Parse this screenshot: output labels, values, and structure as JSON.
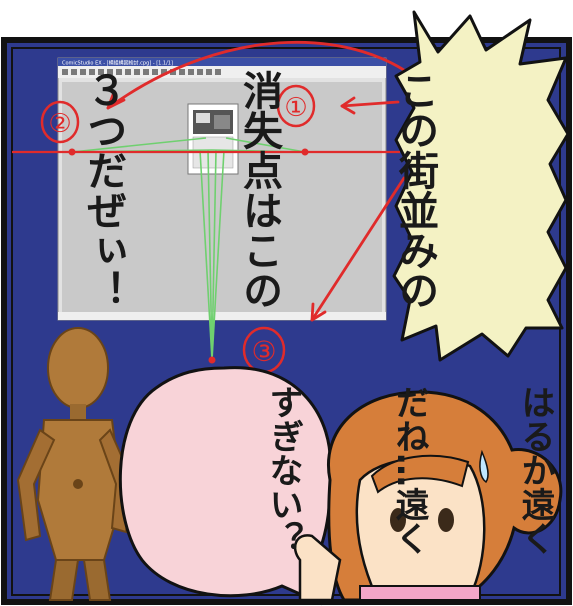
{
  "scene": {
    "colors": {
      "border": "#121212",
      "panel_background": "#2e3a8e",
      "right_bubble": "#f4f2c4",
      "left_bubble": "#f8d3d8",
      "marker_red": "#e02b2b",
      "perspective_lines": "#6fd06f",
      "monitor_frame": "#e2e2e2",
      "monitor_canvas": "#c9c9c9"
    },
    "monitor": {
      "titlebar_text": "ComicStudio EX - [横組構図検討.cpg] - [1.1/1]"
    },
    "markers": [
      {
        "label": "①"
      },
      {
        "label": "②"
      },
      {
        "label": "③"
      }
    ],
    "right_speech_lines": [
      "この街並みの",
      "消失点はこの",
      "３つだぜぃ！"
    ],
    "left_speech_lines": [
      "はるか遠く",
      "だね…遠く",
      "すぎない？"
    ]
  }
}
